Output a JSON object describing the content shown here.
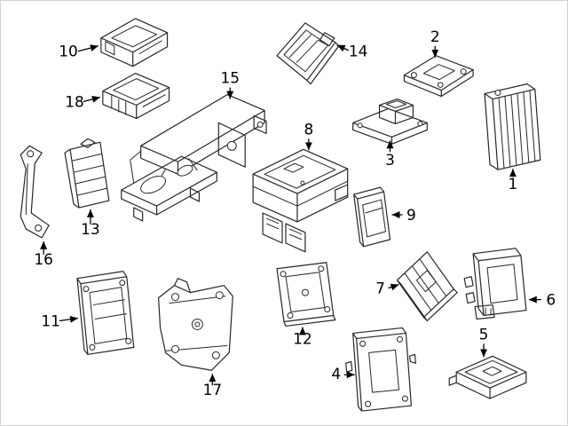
{
  "figure": {
    "kind": "exploded-parts-diagram",
    "background_color": "#ffffff",
    "line_color": "#262626",
    "callout_count": 18
  },
  "parts": [
    {
      "num": "1"
    },
    {
      "num": "2"
    },
    {
      "num": "3"
    },
    {
      "num": "4"
    },
    {
      "num": "5"
    },
    {
      "num": "6"
    },
    {
      "num": "7"
    },
    {
      "num": "8"
    },
    {
      "num": "9"
    },
    {
      "num": "10"
    },
    {
      "num": "11"
    },
    {
      "num": "12"
    },
    {
      "num": "13"
    },
    {
      "num": "14"
    },
    {
      "num": "15"
    },
    {
      "num": "16"
    },
    {
      "num": "17"
    },
    {
      "num": "18"
    }
  ]
}
